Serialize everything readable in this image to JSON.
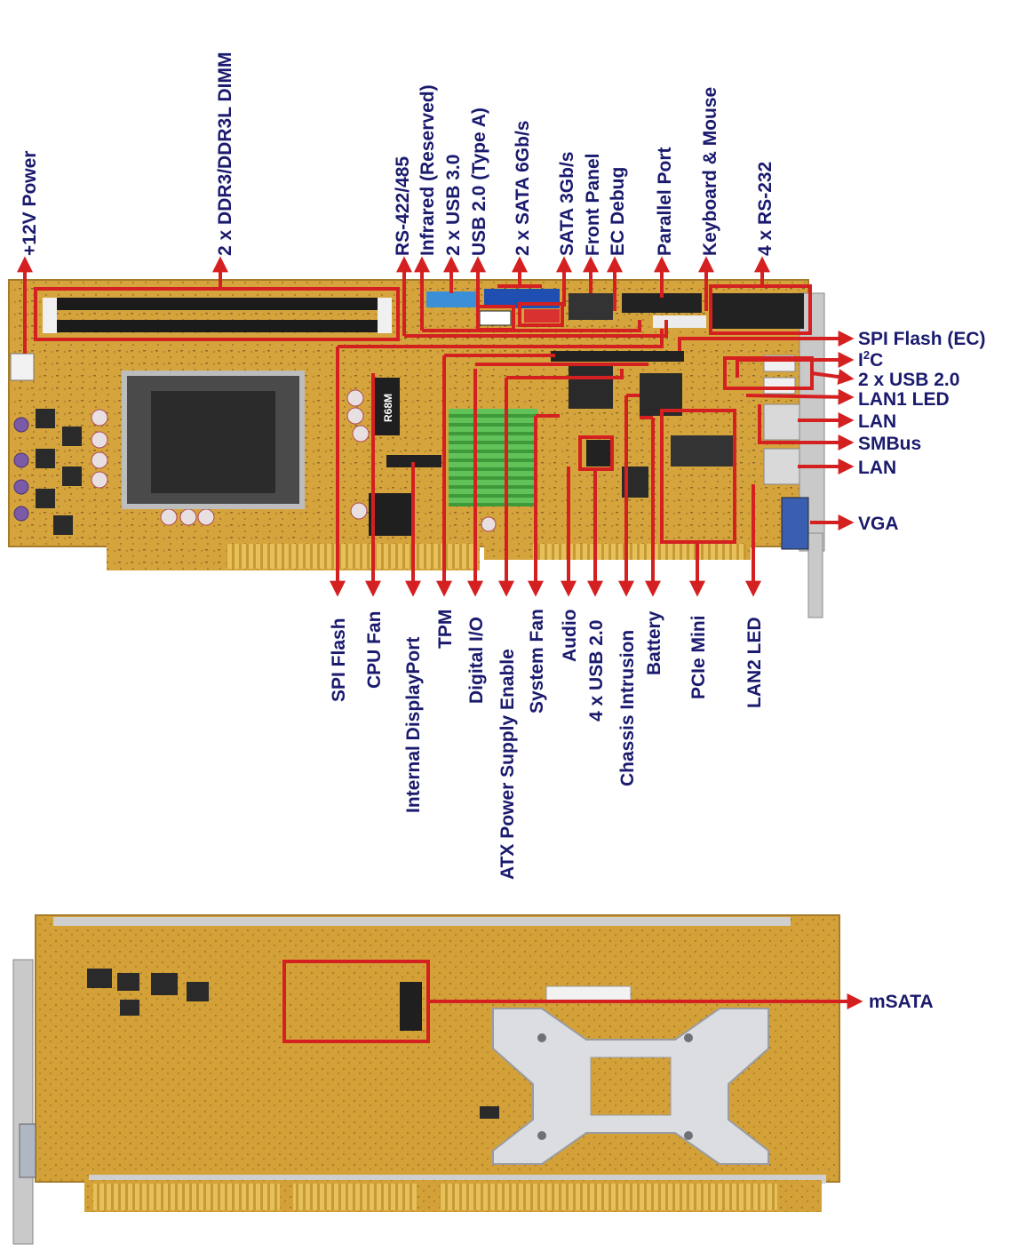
{
  "top_labels": [
    {
      "id": "power12v",
      "text": "+12V Power"
    },
    {
      "id": "ddr3",
      "text": "2 x DDR3/DDR3L DIMM"
    },
    {
      "id": "rs422",
      "text": "RS-422/485"
    },
    {
      "id": "infrared",
      "text": "Infrared (Reserved)"
    },
    {
      "id": "usb30",
      "text": "2 x USB 3.0"
    },
    {
      "id": "usb20a",
      "text": "USB 2.0 (Type A)"
    },
    {
      "id": "sata6",
      "text": "2 x SATA 6Gb/s"
    },
    {
      "id": "sata3",
      "text": "SATA 3Gb/s"
    },
    {
      "id": "frontpanel",
      "text": "Front Panel"
    },
    {
      "id": "ecdebug",
      "text": "EC Debug"
    },
    {
      "id": "parallel",
      "text": "Parallel Port"
    },
    {
      "id": "keyboard",
      "text": "Keyboard & Mouse"
    },
    {
      "id": "rs232",
      "text": "4 x RS-232"
    }
  ],
  "right_labels": [
    {
      "id": "spiflashec",
      "text": "SPI Flash (EC)"
    },
    {
      "id": "i2c_base",
      "text": "I",
      "sup": "2",
      "rest": "C"
    },
    {
      "id": "usb20x2",
      "text": "2 x USB 2.0"
    },
    {
      "id": "lan1led",
      "text": "LAN1 LED"
    },
    {
      "id": "lan_a",
      "text": "LAN"
    },
    {
      "id": "smbus",
      "text": "SMBus"
    },
    {
      "id": "lan_b",
      "text": "LAN"
    },
    {
      "id": "vga",
      "text": "VGA"
    }
  ],
  "bottom_labels": [
    {
      "id": "spiflash",
      "text": "SPI Flash"
    },
    {
      "id": "cpufan",
      "text": "CPU Fan"
    },
    {
      "id": "idp",
      "text": "Internal DisplayPort"
    },
    {
      "id": "tpm",
      "text": "TPM"
    },
    {
      "id": "dio",
      "text": "Digital I/O"
    },
    {
      "id": "atx",
      "text": "ATX Power Supply Enable"
    },
    {
      "id": "sysfan",
      "text": "System Fan"
    },
    {
      "id": "audio",
      "text": "Audio"
    },
    {
      "id": "usb20x4",
      "text": "4 x USB 2.0"
    },
    {
      "id": "chassis",
      "text": "Chassis Intrusion"
    },
    {
      "id": "battery",
      "text": "Battery"
    },
    {
      "id": "pcie",
      "text": "PCIe Mini"
    },
    {
      "id": "lan2led",
      "text": "LAN2 LED"
    }
  ],
  "back_labels": [
    {
      "id": "msata",
      "text": "mSATA"
    }
  ],
  "board_chip_text": "R68M",
  "colors": {
    "label": "#1a1a6e",
    "callout": "#d42020",
    "board": "#d9a83e",
    "heatsink": "#4fb34a"
  }
}
